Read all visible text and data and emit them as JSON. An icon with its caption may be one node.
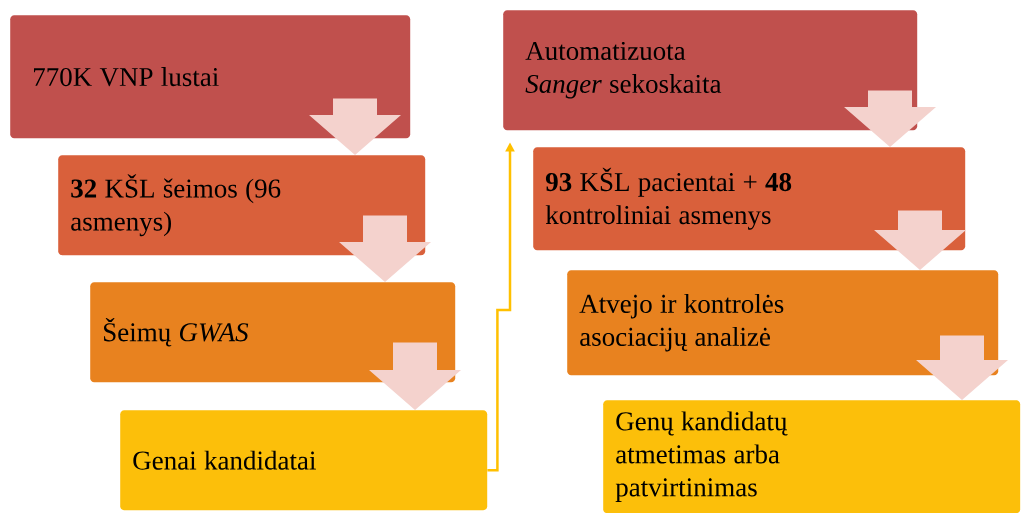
{
  "diagram": {
    "nodes": [
      {
        "text": [
          "770K VNP lustai"
        ]
      },
      {
        "text": [
          "**32** KŠL šeimos (96 asmenys)"
        ]
      },
      {
        "text": [
          "Šeimų *GWAS*"
        ]
      },
      {
        "text": [
          "Genai kandidatai"
        ]
      },
      {
        "text": [
          "Automatizuota *Sanger* sekoskaita"
        ]
      },
      {
        "text": [
          "**93** KŠL pacientai + **48** kontroliniai asmenys"
        ]
      },
      {
        "text": [
          "Atvejo ir kontrolės asociacijų analizė"
        ]
      },
      {
        "text": [
          "Genų kandidatų atmetimas arba patvirtinimas"
        ]
      }
    ],
    "edges": [
      {
        "from": 0,
        "to": 1,
        "arrow": "to"
      },
      {
        "from": 1,
        "to": 2,
        "arrow": "to"
      },
      {
        "from": 2,
        "to": 3,
        "arrow": "to"
      },
      {
        "from": 3,
        "to": 4,
        "arrow": "to",
        "color": "#ffc000"
      },
      {
        "from": 4,
        "to": 5,
        "arrow": "to"
      },
      {
        "from": 5,
        "to": 6,
        "arrow": "to"
      },
      {
        "from": 6,
        "to": 7,
        "arrow": "to"
      }
    ]
  }
}
